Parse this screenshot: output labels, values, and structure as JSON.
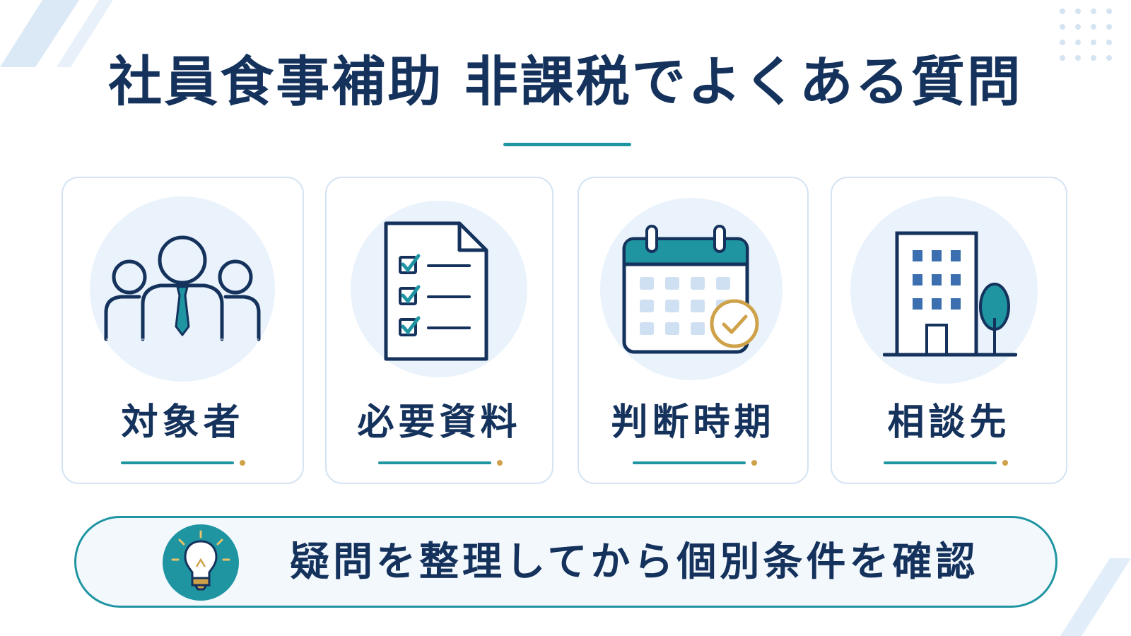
{
  "title": "社員食事補助 非課税でよくある質問",
  "cards": [
    {
      "label": "対象者",
      "icon": "people-icon"
    },
    {
      "label": "必要資料",
      "icon": "checklist-document-icon"
    },
    {
      "label": "判断時期",
      "icon": "calendar-check-icon"
    },
    {
      "label": "相談先",
      "icon": "office-building-icon"
    }
  ],
  "banner": {
    "text": "疑問を整理してから個別条件を確認",
    "icon": "lightbulb-icon"
  },
  "colors": {
    "navy": "#14325c",
    "teal": "#1f95a2",
    "gold": "#cfa24a",
    "light_blue": "#eaf3fb",
    "card_border": "#d5e4f2"
  }
}
